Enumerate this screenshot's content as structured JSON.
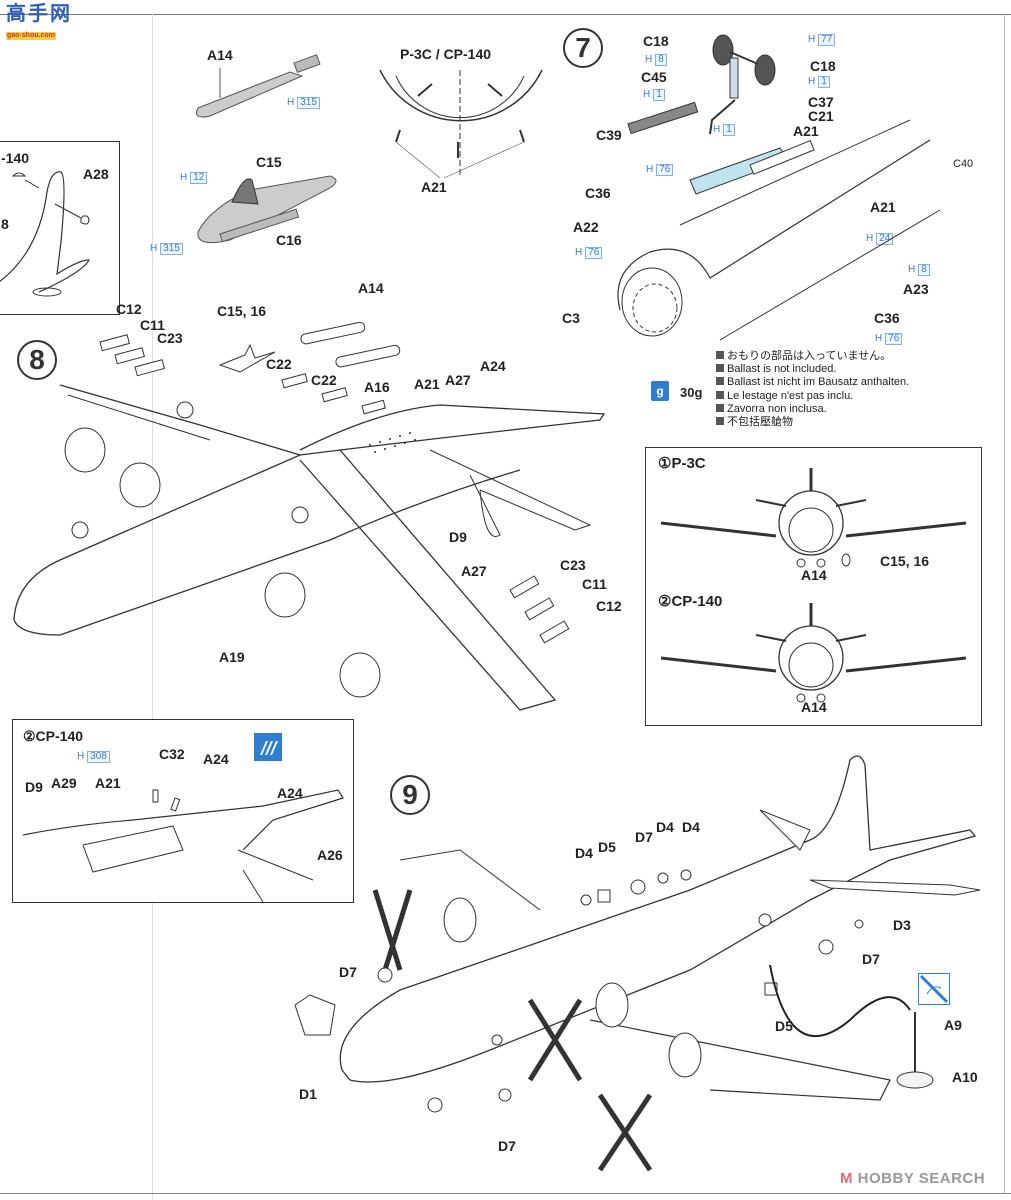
{
  "watermark": {
    "site_logo": "高手网",
    "site_url": "gao-shou.com",
    "footer_logo": "HOBBY SEARCH",
    "footer_mark": "M"
  },
  "steps": {
    "step7": {
      "number": "7"
    },
    "step8": {
      "number": "8"
    },
    "step9": {
      "number": "9"
    }
  },
  "top_left_panel": {
    "title_fragment": "-140",
    "labels": [
      "A28",
      "8"
    ]
  },
  "weapons_detail": {
    "a14": {
      "label": "A14",
      "color_code": "315"
    },
    "pod": {
      "c15": "C15",
      "c16": "C16",
      "color_code_a": "12",
      "color_code_b": "315"
    }
  },
  "section_view": {
    "title": "P-3C / CP-140",
    "label": "A21"
  },
  "step7_parts": {
    "c18_left": "C18",
    "c18_right": "C18",
    "h8": "8",
    "h77": "77",
    "h1_right": "1",
    "c45": "C45",
    "h1_left": "1",
    "c37": "C37",
    "c21": "C21",
    "c39": "C39",
    "h1_bay": "1",
    "a21_top": "A21",
    "c40": "C40",
    "h76_c36": "76",
    "c36_left": "C36",
    "a21_mid": "A21",
    "a22": "A22",
    "h76_a22": "76",
    "h24": "24",
    "h8_a23": "8",
    "a23": "A23",
    "c3": "C3",
    "c36_right": "C36",
    "h76_c36r": "76",
    "h_prefix": "H"
  },
  "ballast": {
    "icon_text": "g",
    "weight": "30g",
    "notes": [
      "おもりの部品は入っていません。",
      "Ballast is not included.",
      "Ballast ist nicht im Bausatz anthalten.",
      "Le lestage n'est pas inclu.",
      "Zavorra non inclusa.",
      "不包括壓艙物"
    ]
  },
  "front_views": {
    "p3c": {
      "title": "①P-3C",
      "a14": "A14",
      "c15_16": "C15, 16"
    },
    "cp140": {
      "title": "②CP-140",
      "a14": "A14"
    }
  },
  "step8_parts": {
    "c12_top": "C12",
    "c11_top": "C11",
    "c23_top": "C23",
    "c15_16": "C15, 16",
    "a14": "A14",
    "c22_a": "C22",
    "c22_b": "C22",
    "a16": "A16",
    "a21": "A21",
    "a27_top": "A27",
    "a24": "A24",
    "d9": "D9",
    "a27_bottom": "A27",
    "a19": "A19",
    "c23_bottom": "C23",
    "c11_bottom": "C11",
    "c12_bottom": "C12"
  },
  "cp140_panel": {
    "title": "②CP-140",
    "h308": "308",
    "c32": "C32",
    "a24_a": "A24",
    "a24_b": "A24",
    "d9": "D9",
    "a29": "A29",
    "a21": "A21",
    "a26": "A26"
  },
  "step9_parts": {
    "d4_a": "D4",
    "d5_top": "D5",
    "d7_top": "D7",
    "d4_b": "D4",
    "d4_c": "D4",
    "d3": "D3",
    "d7_right": "D7",
    "d7_left": "D7",
    "d5_bottom": "D5",
    "a9": "A9",
    "a10": "A10",
    "d1": "D1",
    "d7_bottom": "D7"
  },
  "colors": {
    "ink": "#222222",
    "accent_blue": "#2e7fd1",
    "code_blue": "#3a7cc0",
    "footer_pink": "#e06b7a"
  }
}
